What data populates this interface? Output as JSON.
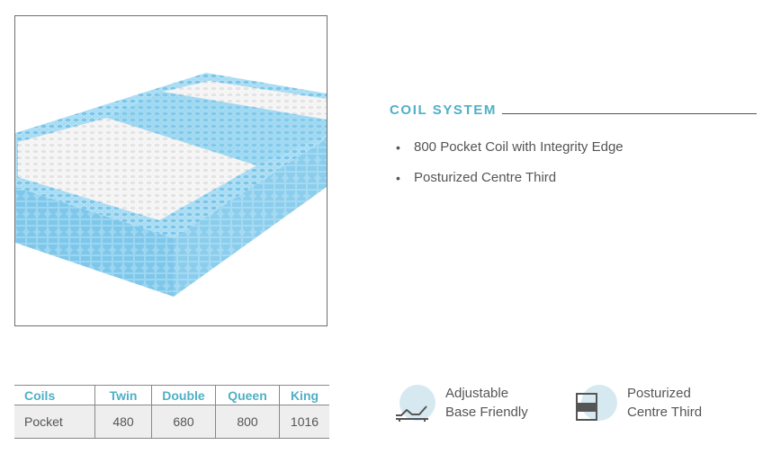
{
  "section": {
    "title": "COIL SYSTEM"
  },
  "features": [
    "800 Pocket Coil with Integrity Edge",
    "Posturized Centre Third"
  ],
  "bullet_glyph": "•",
  "coil_table": {
    "headers": [
      "Coils",
      "Twin",
      "Double",
      "Queen",
      "King"
    ],
    "rows": [
      [
        "Pocket",
        "480",
        "680",
        "800",
        "1016"
      ]
    ]
  },
  "badges": [
    {
      "line1": "Adjustable",
      "line2": "Base Friendly",
      "icon": "adjustable-base-icon"
    },
    {
      "line1": "Posturized",
      "line2": "Centre Third",
      "icon": "posturized-centre-icon"
    }
  ],
  "colors": {
    "accent": "#4fb0c6",
    "coil_blue": "#8fd0ee",
    "coil_white": "#eeeeee",
    "badge_circle": "#d6e9f1",
    "text": "#555555"
  }
}
